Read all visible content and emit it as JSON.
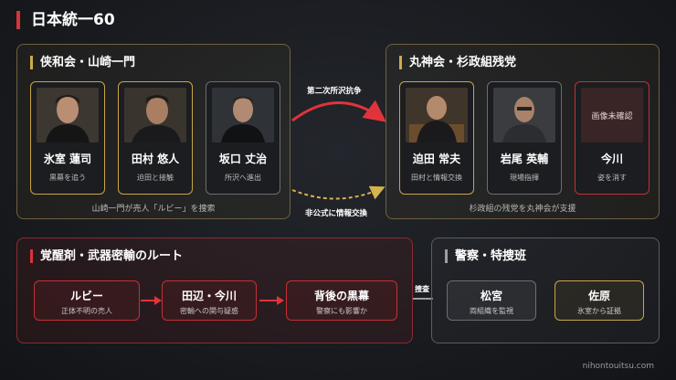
{
  "title": "日本統一60",
  "panels": {
    "kyowa": {
      "title": "侠和会・山崎一門",
      "caption": "山崎一門が売人「ルビー」を捜索",
      "cards": [
        {
          "name": "氷室 蓮司",
          "sub": "黒幕を追う"
        },
        {
          "name": "田村 悠人",
          "sub": "迫田と接触"
        },
        {
          "name": "坂口 丈治",
          "sub": "所沢へ進出"
        }
      ]
    },
    "marugami": {
      "title": "丸神会・杉政組残党",
      "caption": "杉政組の残党を丸神会が支援",
      "cards": [
        {
          "name": "迫田 常夫",
          "sub": "田村と情報交換"
        },
        {
          "name": "岩尾 英輔",
          "sub": "現場指揮"
        },
        {
          "name": "今川",
          "sub": "姿を消す",
          "placeholder": "画像未確認"
        }
      ]
    },
    "route": {
      "title": "覚醒剤・武器密輸のルート",
      "boxes": [
        {
          "name": "ルビー",
          "sub": "正体不明の売人"
        },
        {
          "name": "田辺・今川",
          "sub": "密輸への関与疑惑"
        },
        {
          "name": "背後の黒幕",
          "sub": "警察にも影響か"
        }
      ]
    },
    "police": {
      "title": "警察・特捜班",
      "boxes": [
        {
          "name": "松宮",
          "sub": "両組織を監視"
        },
        {
          "name": "佐原",
          "sub": "氷室から証拠"
        }
      ]
    }
  },
  "arrows": {
    "top": "第二次所沢抗争",
    "bottom": "非公式に情報交換",
    "investigate": "捜査"
  },
  "footer": "nihontouitsu.com",
  "colors": {
    "accent_red": "#d8343a",
    "gold": "#c9a545",
    "grey": "#6a6d72"
  }
}
